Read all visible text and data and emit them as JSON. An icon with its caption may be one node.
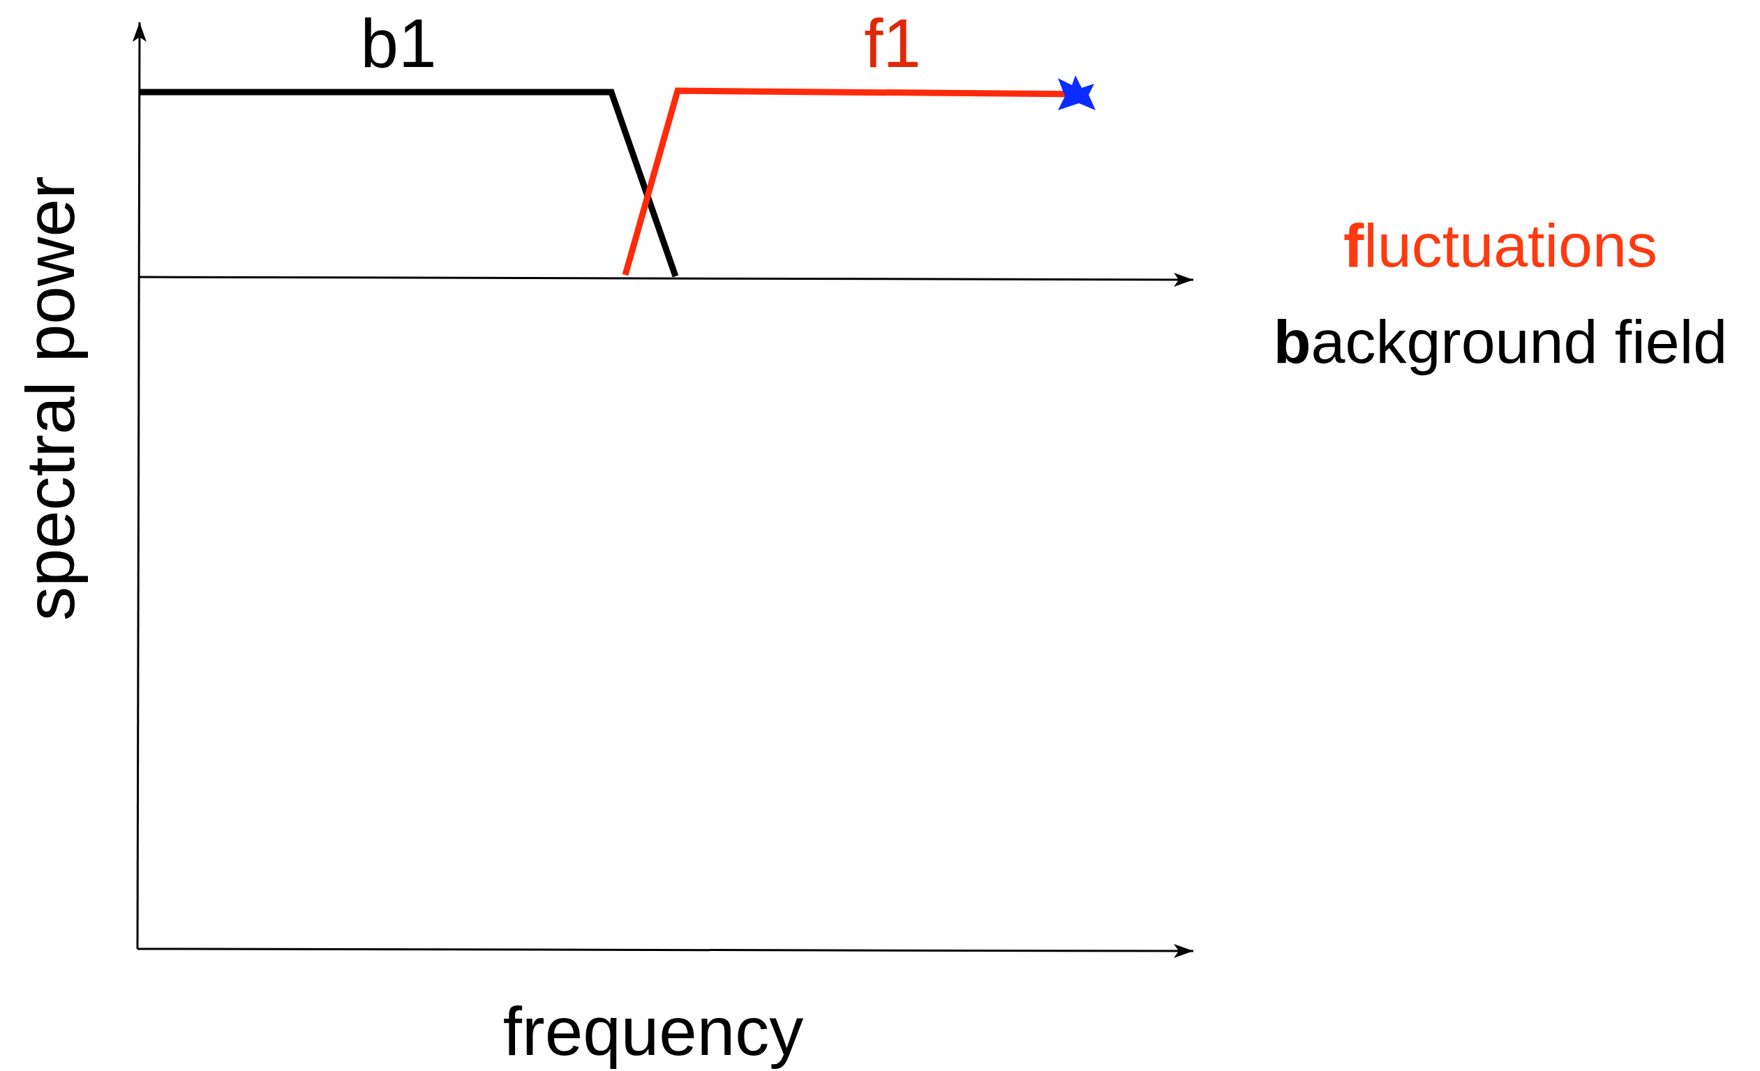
{
  "diagram": {
    "labels": [
      "b1",
      "f1",
      "**f**luctuations",
      "**b**ackground field",
      "spectral power",
      "frequency"
    ]
  }
}
